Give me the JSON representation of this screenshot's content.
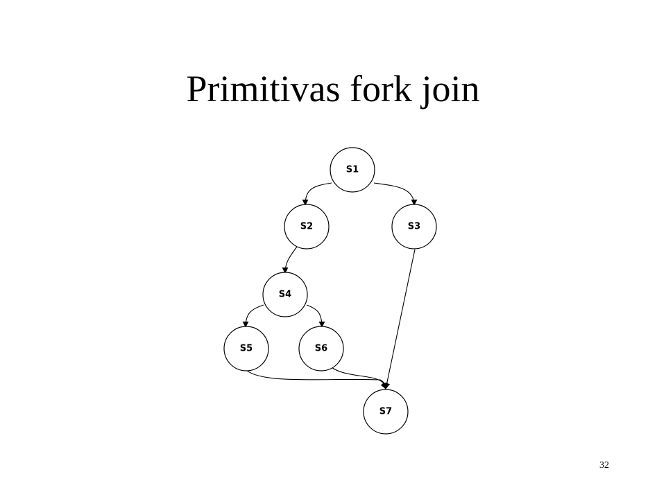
{
  "slide": {
    "title": "Primitivas fork join",
    "page_number": "32"
  },
  "graph": {
    "nodes": [
      {
        "id": "S1",
        "label": "S1"
      },
      {
        "id": "S2",
        "label": "S2"
      },
      {
        "id": "S3",
        "label": "S3"
      },
      {
        "id": "S4",
        "label": "S4"
      },
      {
        "id": "S5",
        "label": "S5"
      },
      {
        "id": "S6",
        "label": "S6"
      },
      {
        "id": "S7",
        "label": "S7"
      }
    ],
    "edges": [
      {
        "from": "S1",
        "to": "S2"
      },
      {
        "from": "S1",
        "to": "S3"
      },
      {
        "from": "S2",
        "to": "S4"
      },
      {
        "from": "S4",
        "to": "S5"
      },
      {
        "from": "S4",
        "to": "S6"
      },
      {
        "from": "S3",
        "to": "S7"
      },
      {
        "from": "S5",
        "to": "S7"
      },
      {
        "from": "S6",
        "to": "S7"
      }
    ]
  }
}
